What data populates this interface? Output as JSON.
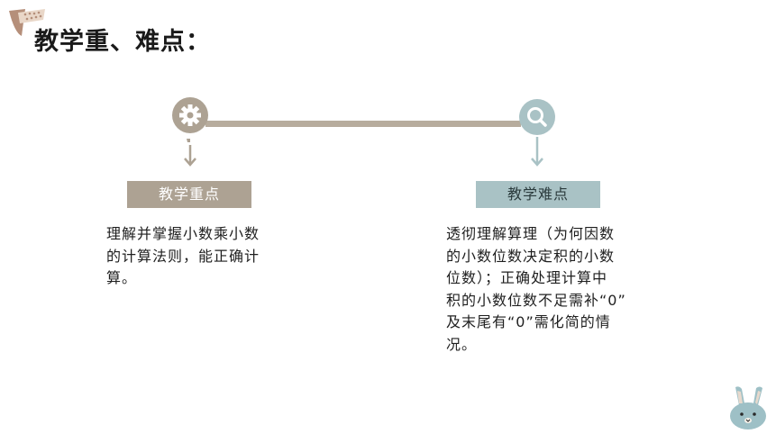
{
  "title": "教学重、难点：",
  "key_point": {
    "badge": "教学重点",
    "icon": "gear-icon",
    "text": " 理解并掌握小数乘小数\n的计算法则，能正确计\n算。"
  },
  "difficult_point": {
    "badge": "教学难点",
    "icon": "magnifier-icon",
    "text": "透彻理解算理（为何因数\n的小数位数决定积的小数\n位数）；正确处理计算中\n积的小数位数不足需补“0”\n及末尾有“0”需化简的情\n况。"
  },
  "colors": {
    "taupe": "#ada293",
    "line": "#b7ac9d",
    "teal": "#a9c2c5",
    "text": "#1f1f1f"
  },
  "decorations": [
    "corner-ribbon-icon",
    "rabbit-mascot-icon"
  ]
}
